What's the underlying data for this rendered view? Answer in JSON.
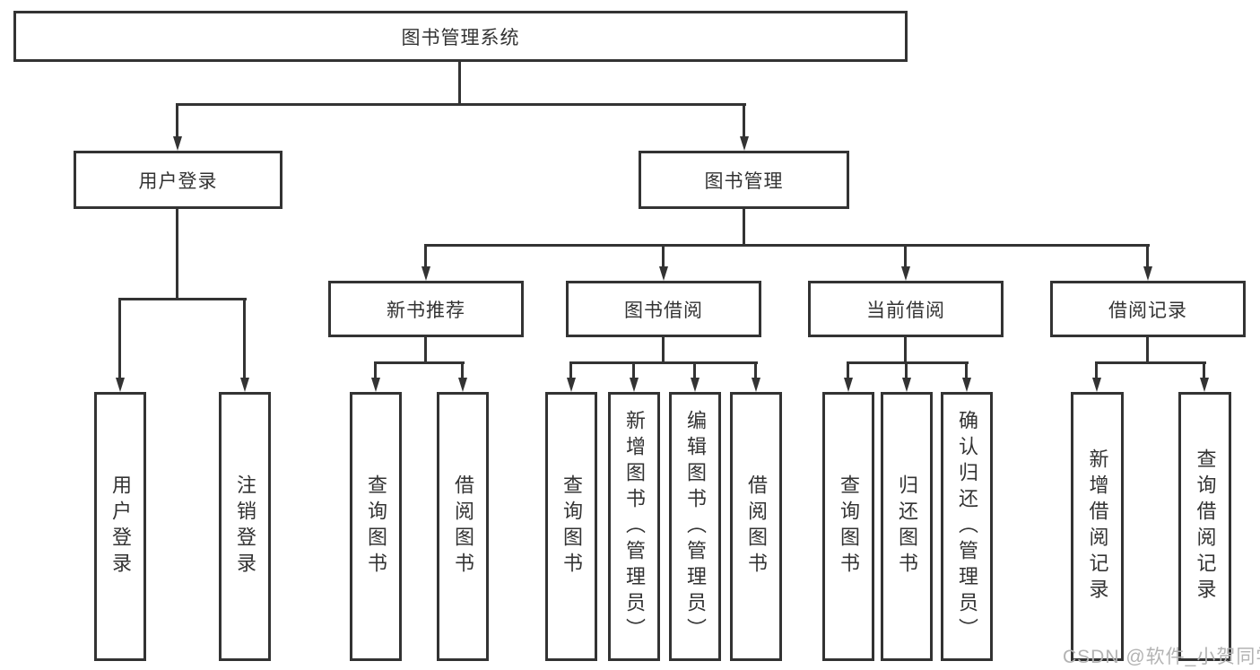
{
  "diagram_title": "图书管理系统",
  "nodes": {
    "root": "图书管理系统",
    "level2": {
      "userLogin": "用户登录",
      "bookManagement": "图书管理"
    },
    "level3": {
      "newBooks": "新书推荐",
      "bookBorrow": "图书借阅",
      "currentBorrow": "当前借阅",
      "borrowRecords": "借阅记录"
    },
    "leaves": {
      "userLogin": [
        "用户登录",
        "注销登录"
      ],
      "newBooks": [
        "查询图书",
        "借阅图书"
      ],
      "bookBorrow": [
        "查询图书",
        "新增图书（管理员）",
        "编辑图书（管理员）",
        "借阅图书"
      ],
      "currentBorrow": [
        "查询图书",
        "归还图书",
        "确认归还（管理员）"
      ],
      "borrowRecords": [
        "新增借阅记录",
        "查询借阅记录"
      ]
    }
  },
  "watermark": "CSDN @软件_小贺同学",
  "colors": {
    "line": "#333333",
    "text": "#333333",
    "box_background": "#ffffff",
    "watermark_text": "#b3b3b3",
    "page_background": "#ffffff"
  }
}
